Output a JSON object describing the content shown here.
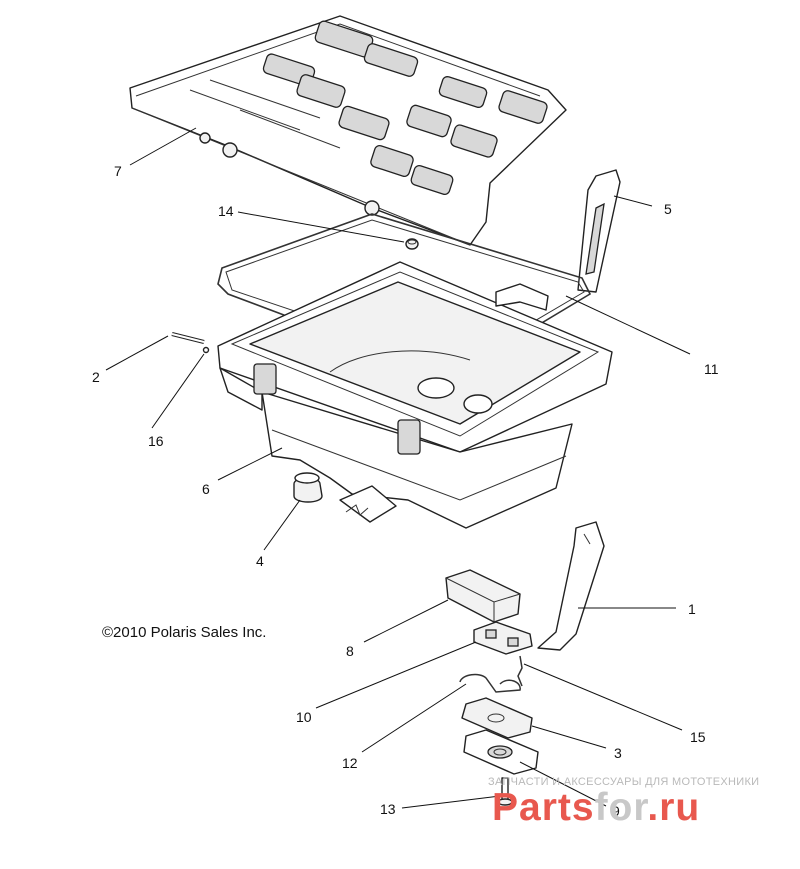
{
  "copyright": "©2010 Polaris Sales Inc.",
  "watermark": {
    "tagline": "ЗАПЧАСТИ И АКСЕССУАРЫ ДЛЯ МОТОТЕХНИКИ",
    "brand_red_1": "Parts",
    "brand_grey": "for",
    "brand_red_2": ".ru",
    "red_color": "#e8584e",
    "grey_color": "#c8c8c8"
  },
  "callouts": {
    "c1": "1",
    "c2": "2",
    "c3": "3",
    "c4": "4",
    "c5": "5",
    "c6": "6",
    "c7": "7",
    "c8": "8",
    "c9": "9",
    "c10": "10",
    "c11": "11",
    "c12": "12",
    "c13": "13",
    "c14": "14",
    "c15": "15",
    "c16": "16"
  }
}
